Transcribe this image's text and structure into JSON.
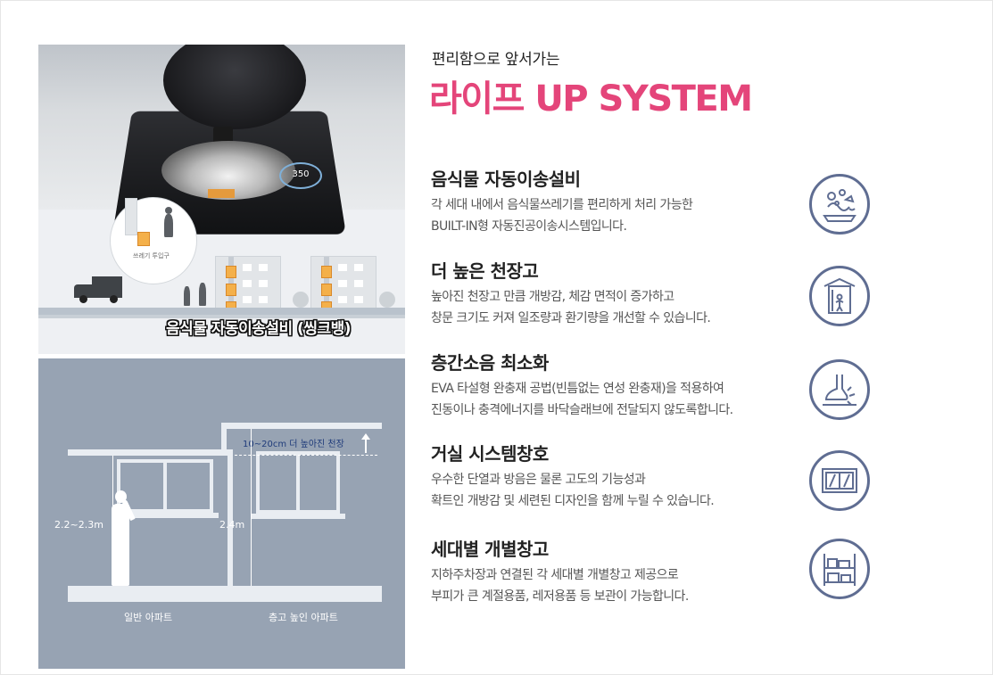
{
  "left_top": {
    "badge": "350",
    "bubble_label": "쓰레기 투입구",
    "caption": "음식물 자동이송설비 (씽크뱅)"
  },
  "left_bottom": {
    "raise_label": "10~20cm 더 높아진 천장",
    "height_normal": "2.2~2.3m",
    "height_high": "2.4m",
    "label_normal": "일반 아파트",
    "label_high": "층고 높인 아파트"
  },
  "header": {
    "eyebrow": "편리함으로 앞서가는",
    "headline": "라이프 UP SYSTEM",
    "accent_color": "#e4457a",
    "icon_color": "#5f6d92"
  },
  "features": [
    {
      "title": "음식물 자동이송설비",
      "line1": "각 세대 내에서 음식물쓰레기를 편리하게 처리 가능한",
      "line2": "BUILT-IN형 자동진공이송시스템입니다.",
      "icon": "food-waste-icon"
    },
    {
      "title": "더 높은 천장고",
      "line1": "높아진 천장고 만큼 개방감, 체감 면적이 증가하고",
      "line2": "창문 크기도 커져 일조량과 환기량을 개선할 수 있습니다.",
      "icon": "high-ceiling-icon"
    },
    {
      "title": "층간소음 최소화",
      "line1": "EVA 타설형 완충재 공법(빈틈없는 연성 완충재)을 적용하여",
      "line2": "진동이나 충격에너지를 바닥슬래브에 전달되지 않도록합니다.",
      "icon": "foot-impact-icon"
    },
    {
      "title": "거실 시스템창호",
      "line1": "우수한 단열과 방음은 물론 고도의 기능성과",
      "line2": "확트인 개방감 및 세련된 디자인을 함께  누릴 수 있습니다.",
      "icon": "window-icon"
    },
    {
      "title": "세대별 개별창고",
      "line1": "지하주차장과 연결된 각 세대별 개별창고 제공으로",
      "line2": "부피가 큰 계절용품,  레저용품 등 보관이 가능합니다.",
      "icon": "storage-icon"
    }
  ]
}
